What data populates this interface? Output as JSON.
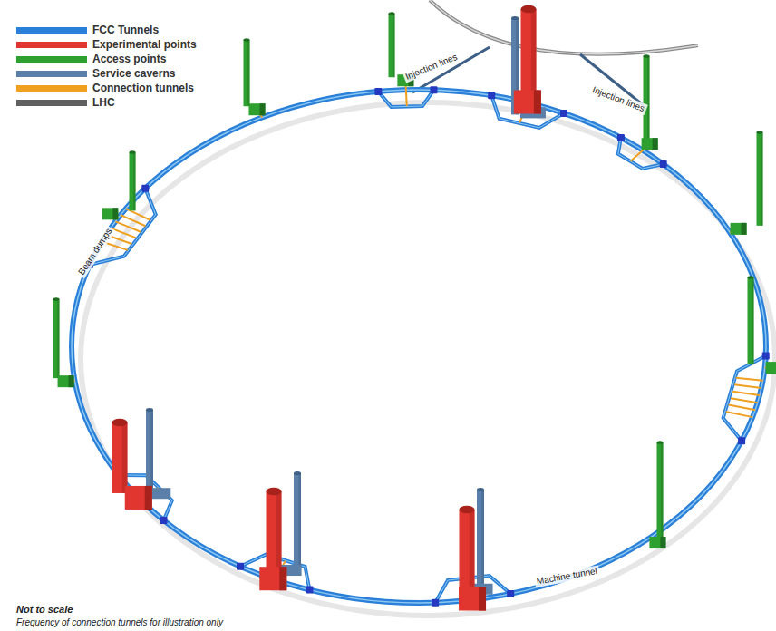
{
  "diagram": {
    "labels": [
      "Injection lines",
      "Injection lines",
      "Beam dumps",
      "Machine tunnel",
      "Not to scale",
      "Frequency of connection tunnels for illustration only"
    ],
    "legend": [
      {
        "text": "FCC Tunnels",
        "color": "#2a7fd8"
      },
      {
        "text": "Experimental points",
        "color": "#e0362f"
      },
      {
        "text": "Access points",
        "color": "#2ea02f"
      },
      {
        "text": "Service caverns",
        "color": "#5a7fa8"
      },
      {
        "text": "Connection tunnels",
        "color": "#f0a020"
      },
      {
        "text": "LHC",
        "color": "#606060"
      }
    ]
  }
}
